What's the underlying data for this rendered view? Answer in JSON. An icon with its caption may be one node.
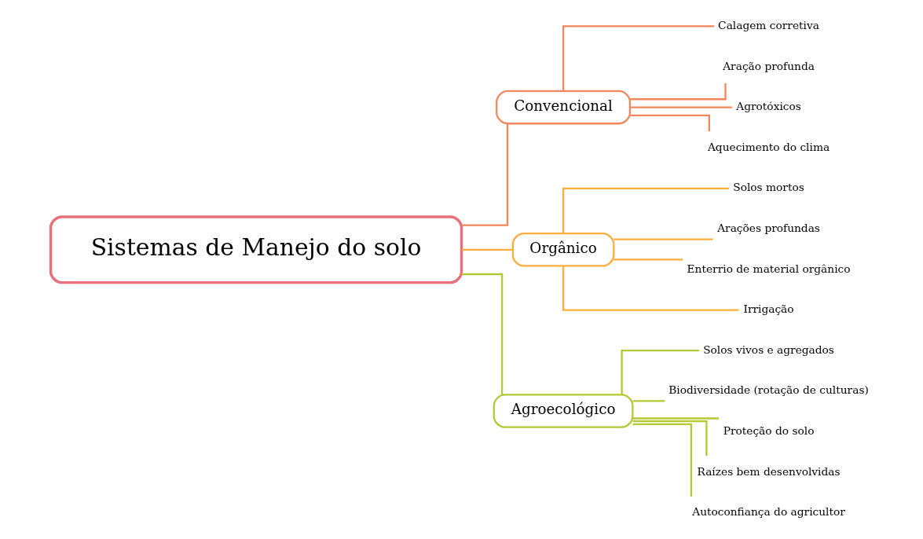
{
  "diagram": {
    "nodes": [
      {
        "text": [
          "Sistemas de Manejo do solo"
        ]
      },
      {
        "text": [
          "Convencional"
        ]
      },
      {
        "text": [
          "Calagem corretiva"
        ]
      },
      {
        "text": [
          "Aração profunda"
        ]
      },
      {
        "text": [
          "Agrotóxicos"
        ]
      },
      {
        "text": [
          "Aquecimento do clima"
        ]
      },
      {
        "text": [
          "Orgânico"
        ]
      },
      {
        "text": [
          "Solos mortos"
        ]
      },
      {
        "text": [
          "Arações profundas"
        ]
      },
      {
        "text": [
          "Enterrio de material orgânico"
        ]
      },
      {
        "text": [
          "Irrigação"
        ]
      },
      {
        "text": [
          "Agroecológico"
        ]
      },
      {
        "text": [
          "Solos vivos e agregados"
        ]
      },
      {
        "text": [
          "Biodiversidade (rotação de culturas)"
        ]
      },
      {
        "text": [
          "Proteção do solo"
        ]
      },
      {
        "text": [
          "Raízes bem desenvolvidas"
        ]
      },
      {
        "text": [
          "Autoconfiança do agricultor"
        ]
      }
    ],
    "edges": [
      {
        "from": 0,
        "to": 1,
        "arrow": "none",
        "color": "#f4865c"
      },
      {
        "from": 1,
        "to": 2,
        "arrow": "none",
        "color": "#f4865c"
      },
      {
        "from": 1,
        "to": 3,
        "arrow": "none",
        "color": "#f4865c"
      },
      {
        "from": 1,
        "to": 4,
        "arrow": "none",
        "color": "#f4865c"
      },
      {
        "from": 1,
        "to": 5,
        "arrow": "none",
        "color": "#f4865c"
      },
      {
        "from": 0,
        "to": 6,
        "arrow": "none",
        "color": "#fbae3c"
      },
      {
        "from": 6,
        "to": 7,
        "arrow": "none",
        "color": "#fbae3c"
      },
      {
        "from": 6,
        "to": 8,
        "arrow": "none",
        "color": "#fbae3c"
      },
      {
        "from": 6,
        "to": 9,
        "arrow": "none",
        "color": "#fbae3c"
      },
      {
        "from": 6,
        "to": 10,
        "arrow": "none",
        "color": "#fbae3c"
      },
      {
        "from": 0,
        "to": 11,
        "arrow": "none"
      },
      {
        "from": 11,
        "to": 12,
        "arrow": "none"
      },
      {
        "from": 11,
        "to": 13,
        "arrow": "none"
      },
      {
        "from": 11,
        "to": 14,
        "arrow": "none"
      },
      {
        "from": 11,
        "to": 15,
        "arrow": "none"
      },
      {
        "from": 11,
        "to": 16,
        "arrow": "none"
      }
    ]
  }
}
